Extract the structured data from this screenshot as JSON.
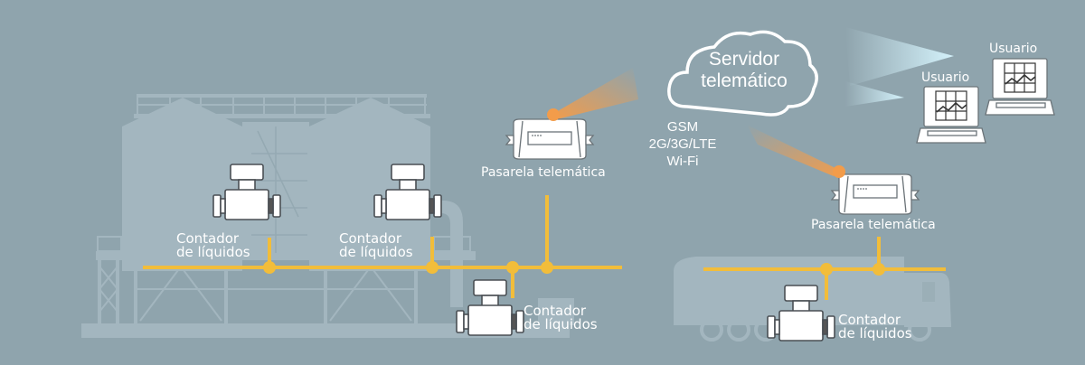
{
  "diagram": {
    "title": "Telemetría de contadores de líquidos",
    "colors": {
      "background": "#8fa4ad",
      "structure": "#a3b6bf",
      "bus": "#f2bd3a",
      "beam_start": "#f39c4a",
      "beam_user": "#cfeef8",
      "device_fill": "#ffffff",
      "device_stroke": "#4a4f54",
      "text": "#ffffff"
    },
    "cloud": {
      "line1": "Servidor",
      "line2": "telemático"
    },
    "network": {
      "line1": "GSM",
      "line2": "2G/3G/LTE",
      "line3": "Wi-Fi"
    },
    "gateways": [
      {
        "label": "Pasarela telemática",
        "site": "plant"
      },
      {
        "label": "Pasarela telemática",
        "site": "truck"
      }
    ],
    "meters": [
      {
        "line1": "Contador",
        "line2": "de líquidos",
        "site": "plant"
      },
      {
        "line1": "Contador",
        "line2": "de líquidos",
        "site": "plant"
      },
      {
        "line1": "Contador",
        "line2": "de líquidos",
        "site": "plant"
      },
      {
        "line1": "Contador",
        "line2": "de líquidos",
        "site": "truck"
      }
    ],
    "users": [
      {
        "label": "Usuario"
      },
      {
        "label": "Usuario"
      }
    ],
    "backgrounds": [
      "industrial-plant-silhouette",
      "tanker-truck-silhouette"
    ]
  }
}
